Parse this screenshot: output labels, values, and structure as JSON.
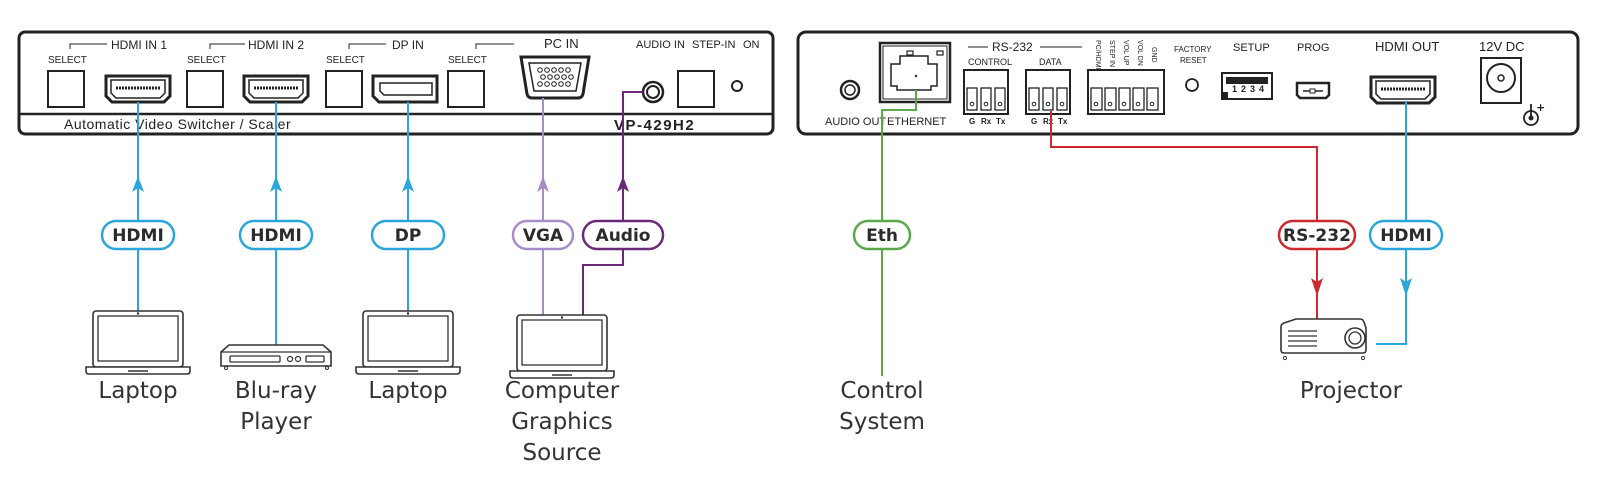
{
  "colors": {
    "hdmi": "#2aa6dc",
    "dp": "#2aa6dc",
    "vga": "#a88cc8",
    "audio": "#6b2a78",
    "eth": "#5aa84a",
    "rs232": "#cc2a2f",
    "outline": "#222222"
  },
  "front_panel": {
    "model": "VP-429H2",
    "subtitle": "Automatic Video Switcher / Scaler",
    "groups": [
      {
        "label": "HDMI IN 1",
        "select": "SELECT"
      },
      {
        "label": "HDMI IN 2",
        "select": "SELECT"
      },
      {
        "label": "DP IN",
        "select": "SELECT"
      },
      {
        "label": "",
        "select": "SELECT"
      }
    ],
    "pc_in": "PC IN",
    "audio_in": "AUDIO IN",
    "step_in": "STEP-IN",
    "on": "ON"
  },
  "rear_panel": {
    "audio_out": "AUDIO OUT",
    "ethernet": "ETHERNET",
    "rs232": "RS-232",
    "control": "CONTROL",
    "data": "DATA",
    "pins": [
      "G",
      "Rx",
      "Tx"
    ],
    "gpio": [
      "PC/HDMI",
      "STEP IN",
      "VOL UP",
      "VOL DN",
      "GND"
    ],
    "factory_reset_1": "FACTORY",
    "factory_reset_2": "RESET",
    "setup": "SETUP",
    "dip": [
      "1",
      "2",
      "3",
      "4"
    ],
    "prog": "PROG",
    "hdmi_out": "HDMI OUT",
    "power": "12V DC"
  },
  "connections": [
    {
      "label": "HDMI",
      "type": "hdmi"
    },
    {
      "label": "HDMI",
      "type": "hdmi"
    },
    {
      "label": "DP",
      "type": "dp"
    },
    {
      "label": "VGA",
      "type": "vga"
    },
    {
      "label": "Audio",
      "type": "audio"
    },
    {
      "label": "Eth",
      "type": "eth"
    },
    {
      "label": "RS-232",
      "type": "rs232"
    },
    {
      "label": "HDMI",
      "type": "hdmi"
    }
  ],
  "devices": {
    "laptop1": [
      "Laptop"
    ],
    "bluray": [
      "Blu-ray",
      "Player"
    ],
    "laptop2": [
      "Laptop"
    ],
    "computer": [
      "Computer",
      "Graphics",
      "Source"
    ],
    "control": [
      "Control",
      "System"
    ],
    "projector": [
      "Projector"
    ]
  }
}
